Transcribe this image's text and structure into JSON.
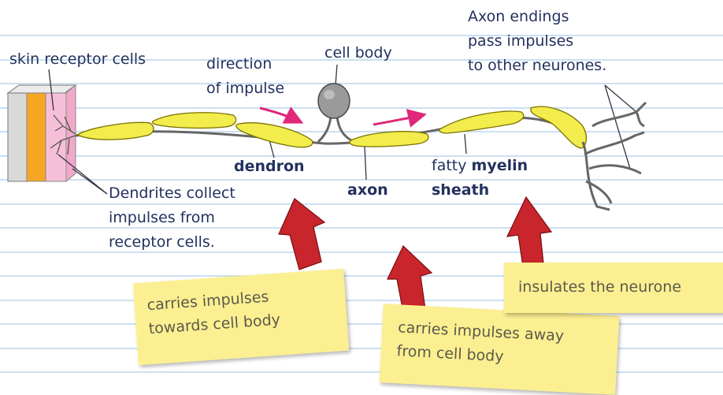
{
  "labels": {
    "skin_receptor": "skin receptor cells",
    "direction_line1": "direction",
    "direction_line2": "of impulse",
    "cell_body": "cell body",
    "axon_endings_line1": "Axon endings",
    "axon_endings_line2": "pass impulses",
    "axon_endings_line3": "to other neurones.",
    "dendron": "dendron",
    "axon": "axon",
    "fatty": "fatty",
    "myelin": "myelin",
    "sheath": "sheath",
    "dendrites_line1": "Dendrites collect",
    "dendrites_line2": "impulses from",
    "dendrites_line3": "receptor cells."
  },
  "notes": {
    "dendron_note_line1": "carries impulses",
    "dendron_note_line2": "towards cell body",
    "axon_note_line1": "carries impulses away",
    "axon_note_line2": "from cell body",
    "myelin_note": "insulates the neurone"
  },
  "colors": {
    "paper_line": "#bcd6ee",
    "myelin": "#f2ec4c",
    "arrow_red": "#c8262c",
    "impulse_arrow": "#e0287a",
    "skin_pink": "#f6bfd8",
    "skin_orange": "#f5a623",
    "skin_grey": "#d9d9d9",
    "note_yellow": "#fcef91",
    "text": "#23315e"
  }
}
